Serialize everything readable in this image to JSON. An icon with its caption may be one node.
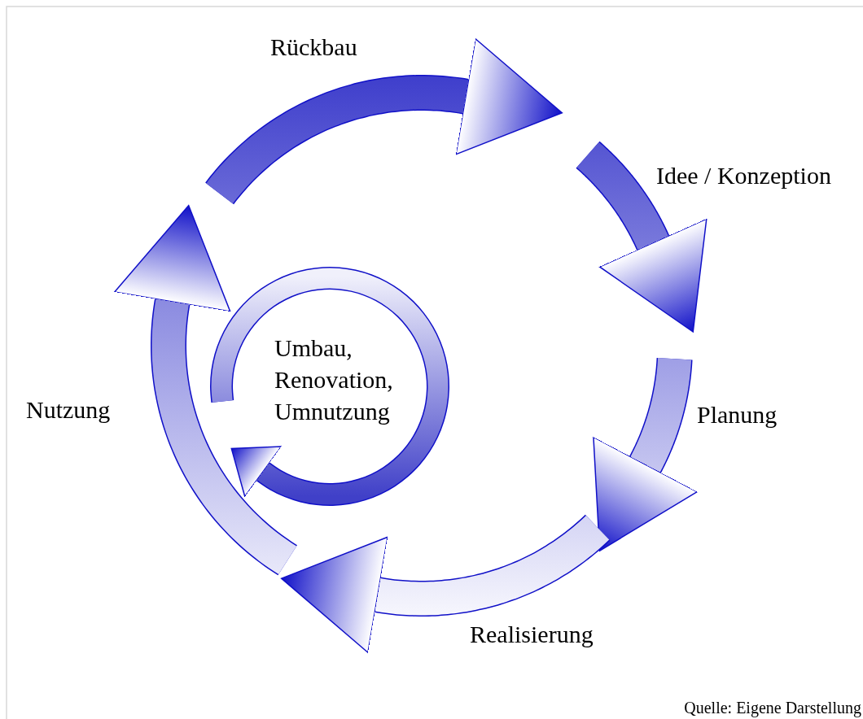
{
  "diagram": {
    "caption": "Quelle: Eigene Darstellung",
    "nodes": [
      {
        "text": [
          "Rückbau"
        ]
      },
      {
        "text": [
          "Idee / Konzeption"
        ]
      },
      {
        "text": [
          "Planung"
        ]
      },
      {
        "text": [
          "Realisierung"
        ]
      },
      {
        "text": [
          "Nutzung"
        ]
      },
      {
        "text": [
          "Umbau, Renovation, Umnutzung"
        ]
      }
    ]
  }
}
